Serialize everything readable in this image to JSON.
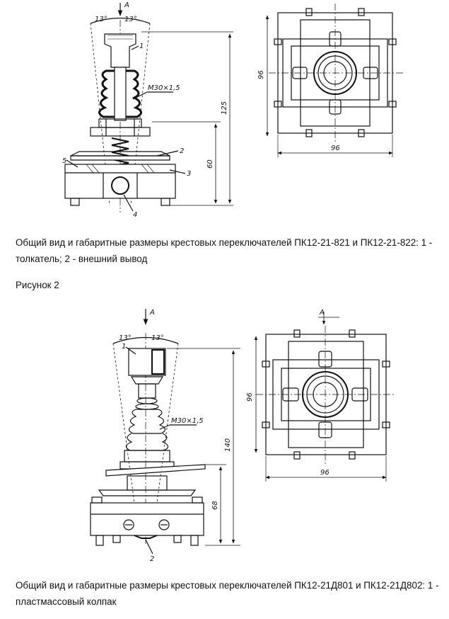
{
  "figure1": {
    "angle_left": "13°",
    "angle_right": "13°",
    "view_arrow": "A",
    "thread": "M30×1,5",
    "dim_total_height": "125",
    "dim_lower_height": "60",
    "dim_width_v": "96",
    "dim_width_h": "96",
    "callouts": [
      "1",
      "2",
      "3",
      "4",
      "5"
    ]
  },
  "caption1": "Общий вид и габаритные размеры крестовых переключателей ПК12-21-821 и ПК12-21-822: 1 - толкатель; 2 - внешний вывод",
  "figure_label": "Рисунок 2",
  "figure2": {
    "angle_left": "13°",
    "angle_right": "13°",
    "view_arrow": "A",
    "view_label": "A",
    "thread": "M30×1,5",
    "dim_total_height": "140",
    "dim_lower_height": "68",
    "dim_width_v": "96",
    "dim_width_h": "96",
    "callouts": [
      "1",
      "2"
    ]
  },
  "caption2": "Общий вид и габаритные размеры крестовых переключателей ПК12-21Д801 и ПК12-21Д802: 1 - пластмассовый колпак"
}
